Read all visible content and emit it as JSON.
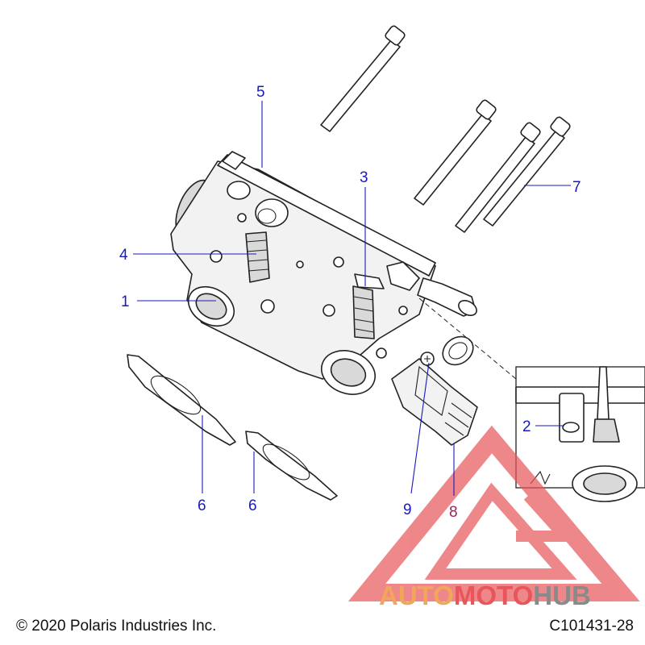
{
  "callouts": {
    "c1": "1",
    "c2": "2",
    "c3": "3",
    "c4": "4",
    "c5": "5",
    "c6a": "6",
    "c6b": "6",
    "c7": "7",
    "c8": "8",
    "c9": "9"
  },
  "footer": {
    "copyright": "© 2020 Polaris Industries Inc.",
    "figure_id": "C101431-28"
  },
  "watermark": {
    "part1": "AUTO",
    "part2": "MOTO",
    "part3": "HUB"
  },
  "colors": {
    "callout": "#1a1ab8",
    "callout_8": "#a0205a",
    "watermark_red": "#e8555a",
    "watermark_orange": "#f2a65a",
    "watermark_gray": "#8a8a8a"
  }
}
